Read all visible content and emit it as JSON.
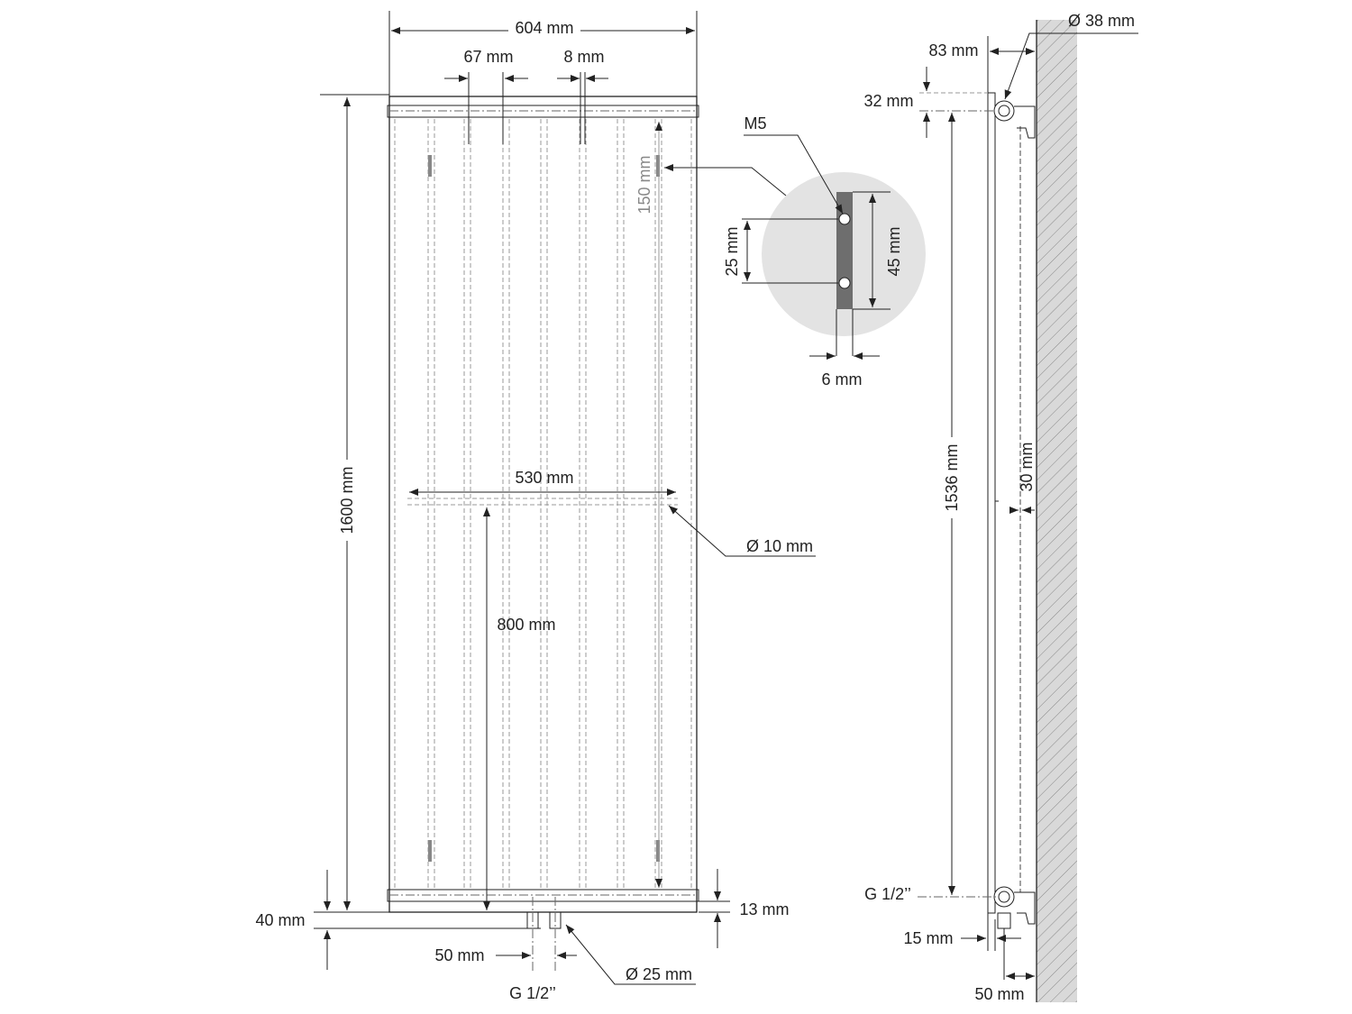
{
  "front_view": {
    "width_label": "604 mm",
    "tube_spacing_label": "67 mm",
    "tube_width_label": "8 mm",
    "height_label": "1600 mm",
    "bracket_offset_label": "150 mm",
    "rail_length_label": "530 mm",
    "rail_diameter_label": "Ø 10 mm",
    "rail_height_label": "800 mm",
    "floor_gap_label": "40 mm",
    "bottom_offset_label": "13 mm",
    "connection_spacing_label": "50 mm",
    "connection_diameter_label": "Ø 25 mm",
    "thread_label": "G 1/2’’"
  },
  "detail": {
    "screw_label": "M5",
    "hole_spacing_label": "25 mm",
    "bracket_length_label": "45 mm",
    "bracket_width_label": "6 mm",
    "background_color": "#e3e3e3",
    "bracket_color": "#6e6e6e"
  },
  "side_view": {
    "pipe_diameter_label": "Ø 38 mm",
    "wall_distance_label": "83 mm",
    "top_offset_label": "32 mm",
    "centre_distance_label": "1536 mm",
    "rail_gap_label": "30 mm",
    "thread_label": "G 1/2’’",
    "panel_depth_label": "15 mm",
    "connection_wall_label": "50 mm"
  },
  "colors": {
    "line": "#222222",
    "hidden": "#999999",
    "wall": "#d9d9d9"
  }
}
